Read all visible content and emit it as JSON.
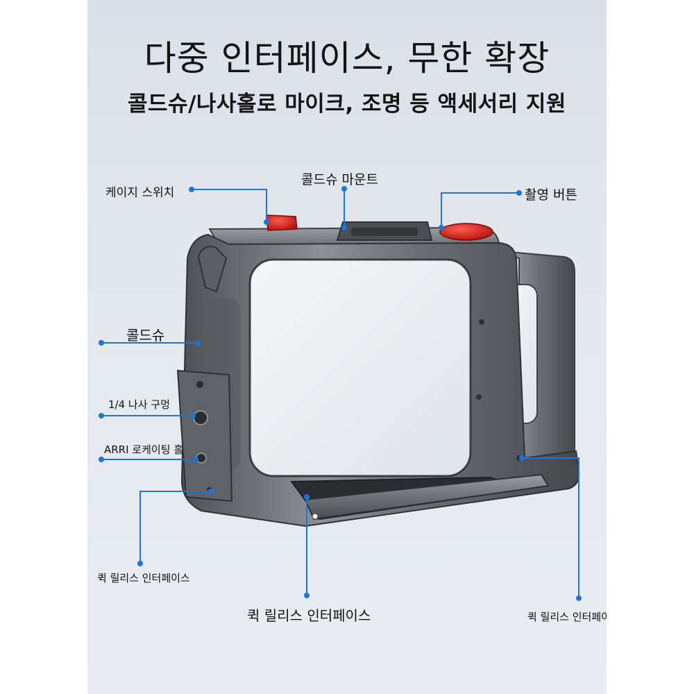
{
  "headline": {
    "title": "다중 인터페이스, 무한 확장",
    "subtitle": "콜드슈/나사홀로 마이크, 조명 등 액세서리 지원"
  },
  "callouts": {
    "cage_switch": "케이지 스위치",
    "cold_shoe_mount": "콜드슈 마운트",
    "shutter_button": "촬영 버튼",
    "cold_shoe": "콜드슈",
    "quarter_inch_hole": "1/4 나사 구멍",
    "arri_locating_hole": "ARRI 로케이팅 홀",
    "quick_release_left": "퀵 릴리스 인터페이스",
    "quick_release_center": "퀵 릴리스 인터페이스",
    "quick_release_right": "퀵 릴리스 인터페이스"
  },
  "colors": {
    "callout_line": "#1e74d8",
    "accent_red": "#d91f1f",
    "cage_metal": "#6c6e72"
  }
}
